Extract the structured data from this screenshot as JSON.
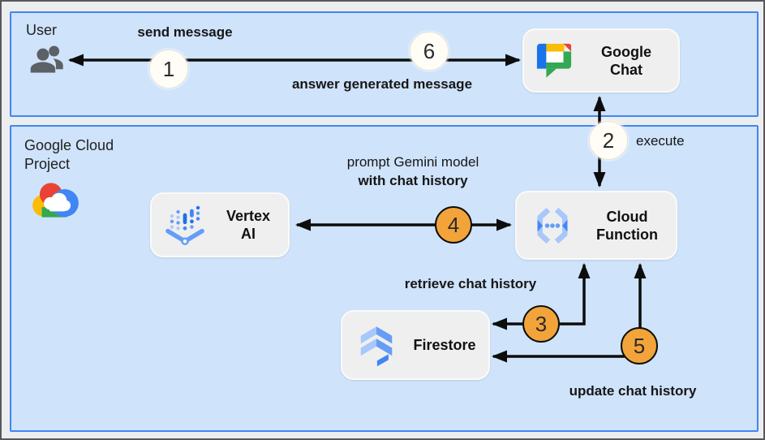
{
  "frames": {
    "user": {
      "label": "User"
    },
    "google_cloud_project": {
      "label_line1": "Google Cloud",
      "label_line2": "Project"
    }
  },
  "nodes": {
    "google_chat": {
      "label_line1": "Google",
      "label_line2": "Chat"
    },
    "vertex_ai": {
      "label_line1": "Vertex",
      "label_line2": "AI"
    },
    "cloud_function": {
      "label_line1": "Cloud",
      "label_line2": "Function"
    },
    "firestore": {
      "label": "Firestore"
    }
  },
  "steps": {
    "step1": {
      "num": "1",
      "label": "send message",
      "badge_style": "white"
    },
    "step2": {
      "num": "2",
      "label": "execute",
      "badge_style": "white"
    },
    "step3": {
      "num": "3",
      "label": "retrieve chat history",
      "badge_style": "orange"
    },
    "step4": {
      "num": "4",
      "label_line1": "prompt Gemini model",
      "label_line2": "with chat history",
      "badge_style": "orange"
    },
    "step5": {
      "num": "5",
      "label": "update chat history",
      "badge_style": "orange"
    },
    "step6": {
      "num": "6",
      "label": "answer generated message",
      "badge_style": "white"
    }
  },
  "icons": {
    "user": "people-icon",
    "google_chat": "google-chat-logo-icon",
    "google_cloud": "google-cloud-logo-icon",
    "vertex_ai": "vertex-ai-icon",
    "cloud_function": "cloud-functions-icon",
    "firestore": "firestore-icon"
  },
  "colors": {
    "frame_fill": "#cfe3fb",
    "frame_border": "#4285f4",
    "node_fill": "#efeff0",
    "arrow": "#0d0d0d",
    "badge_white_fill": "#fffdf6",
    "badge_orange_fill": "#f2a43a",
    "canvas_background": "#ecedee",
    "text": "#1f1f1f"
  }
}
